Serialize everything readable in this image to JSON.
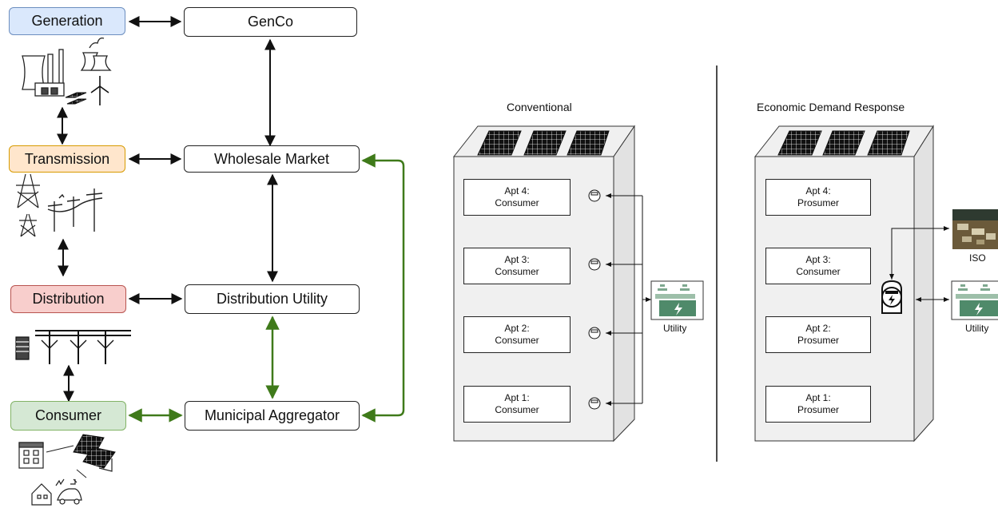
{
  "left_diagram": {
    "layers": {
      "generation": "Generation",
      "transmission": "Transmission",
      "distribution": "Distribution",
      "consumer": "Consumer"
    },
    "entities": {
      "genco": "GenCo",
      "wholesale_market": "Wholesale Market",
      "distribution_utility": "Distribution Utility",
      "municipal_aggregator": "Municipal Aggregator"
    },
    "colors": {
      "generation_fill": "#dae8fc",
      "generation_border": "#6c8ebf",
      "transmission_fill": "#ffe6cc",
      "transmission_border": "#d79b00",
      "distribution_fill": "#f8cecc",
      "distribution_border": "#b85450",
      "consumer_fill": "#d5e8d4",
      "consumer_border": "#82b366",
      "green_arrow": "#3f7a1a"
    }
  },
  "conventional": {
    "title": "Conventional",
    "apartments": [
      {
        "line1": "Apt 4:",
        "line2": "Consumer"
      },
      {
        "line1": "Apt 3:",
        "line2": "Consumer"
      },
      {
        "line1": "Apt 2:",
        "line2": "Consumer"
      },
      {
        "line1": "Apt 1:",
        "line2": "Consumer"
      }
    ],
    "utility_label": "Utility"
  },
  "demand_response": {
    "title": "Economic Demand Response",
    "apartments": [
      {
        "line1": "Apt 4:",
        "line2": "Prosumer"
      },
      {
        "line1": "Apt 3:",
        "line2": "Consumer"
      },
      {
        "line1": "Apt 2:",
        "line2": "Prosumer"
      },
      {
        "line1": "Apt 1:",
        "line2": "Prosumer"
      }
    ],
    "iso_label": "ISO",
    "utility_label": "Utility"
  },
  "icons": [
    "power-plant-icon",
    "solar-panel-icon",
    "wind-turbine-icon",
    "transmission-tower-icon",
    "utility-pole-icon",
    "transformer-icon",
    "house-icon",
    "ev-charger-icon",
    "electric-meter-icon",
    "battery-icon"
  ]
}
